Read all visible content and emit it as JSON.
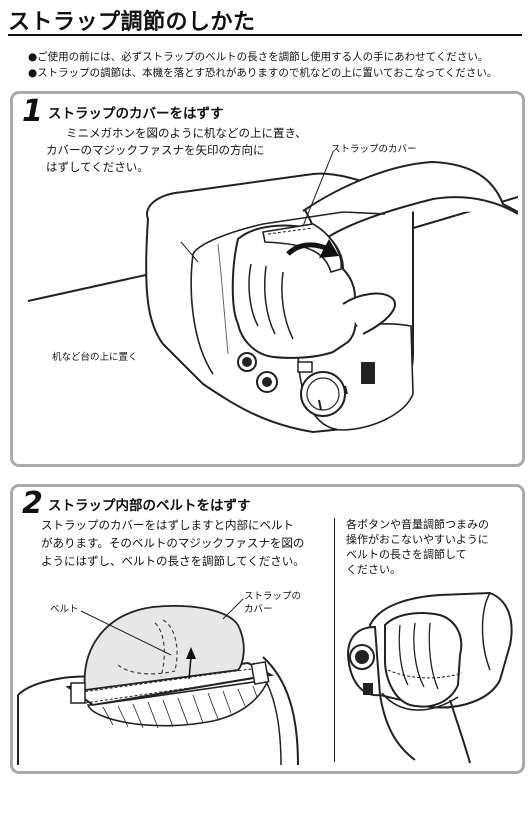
{
  "page": {
    "title": "ストラップ調節のしかた",
    "notes": [
      "●ご使用の前には、必ずストラップのベルトの長さを調節し使用する人の手にあわせてください。",
      "●ストラップの調節は、本機を落とす恐れがありますので机などの上に置いておこなってください。"
    ]
  },
  "step1": {
    "number": "1",
    "heading": "ストラップのカバーをはずす",
    "instruction": [
      "ミニメガホンを図のように机などの上に置き、",
      "カバーのマジックファスナを矢印の方向に",
      "はずしてください。"
    ],
    "label_cover": "ストラップのカバー",
    "label_desk": "机など台の上に置く"
  },
  "step2": {
    "number": "2",
    "heading": "ストラップ内部のベルトをはずす",
    "instruction": [
      "ストラップのカバーをはずしますと内部にベルト",
      "があります。そのベルトのマジックファスナを図の",
      "ようにはずし、ベルトの長さを調節してください。"
    ],
    "label_belt": "ベルト",
    "label_cover": [
      "ストラップの",
      "カバー"
    ],
    "side_instruction": [
      "各ボタンや音量調節つまみの",
      "操作がおこないやすいように",
      "ベルトの長さを調節して",
      "ください。"
    ]
  }
}
